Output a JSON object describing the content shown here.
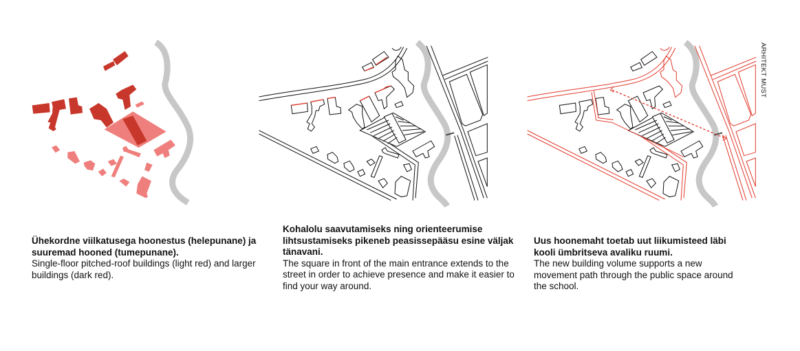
{
  "credit": "ARHITEKT MUST",
  "colors": {
    "dark_red": "#c8372b",
    "light_red": "#ef7f7c",
    "river": "#c6c7c6",
    "line_red": "#e0392b"
  },
  "panels": [
    {
      "title_et": "Ühekordne viilkatusega hoonestus (helepunane) ja suuremad hooned (tumepunane).",
      "text_en": "Single-floor pitched-roof buildings (light red) and larger buildings (dark red)."
    },
    {
      "title_et": "Kohalolu saavutamiseks ning orienteerumise lihtsustamiseks pikeneb peasissepääsu esine väljak tänavani.",
      "text_en": "The square in front of the main entrance extends to the street in order to achieve presence and make it easier to find your way around."
    },
    {
      "title_et": "Uus hoonemaht toetab uut liikumisteed läbi kooli ümbritseva avaliku ruumi.",
      "text_en": "The new building volume supports a new movement path through the public space around the school."
    }
  ]
}
